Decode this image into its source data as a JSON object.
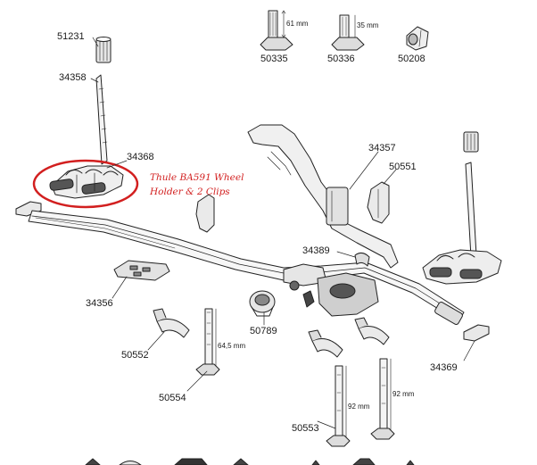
{
  "parts": [
    {
      "id": "p51231",
      "label": "51231"
    },
    {
      "id": "p34358",
      "label": "34358"
    },
    {
      "id": "p34368",
      "label": "34368"
    },
    {
      "id": "p50335",
      "label": "50335"
    },
    {
      "id": "p50336",
      "label": "50336"
    },
    {
      "id": "p50208",
      "label": "50208"
    },
    {
      "id": "p34357",
      "label": "34357"
    },
    {
      "id": "p50551",
      "label": "50551"
    },
    {
      "id": "p34389",
      "label": "34389"
    },
    {
      "id": "p34356",
      "label": "34356"
    },
    {
      "id": "p50789",
      "label": "50789"
    },
    {
      "id": "p50552",
      "label": "50552"
    },
    {
      "id": "p50554",
      "label": "50554"
    },
    {
      "id": "p50553",
      "label": "50553"
    },
    {
      "id": "p34369",
      "label": "34369"
    }
  ],
  "dimensions": {
    "d61": "61 mm",
    "d35": "35 mm",
    "d645": "64,5 mm",
    "d92a": "92 mm",
    "d92b": "92 mm"
  },
  "annotation": {
    "line1": "Thule BA591 Wheel",
    "line2": "Holder & 2 Clips",
    "color": "#d21f1f"
  }
}
